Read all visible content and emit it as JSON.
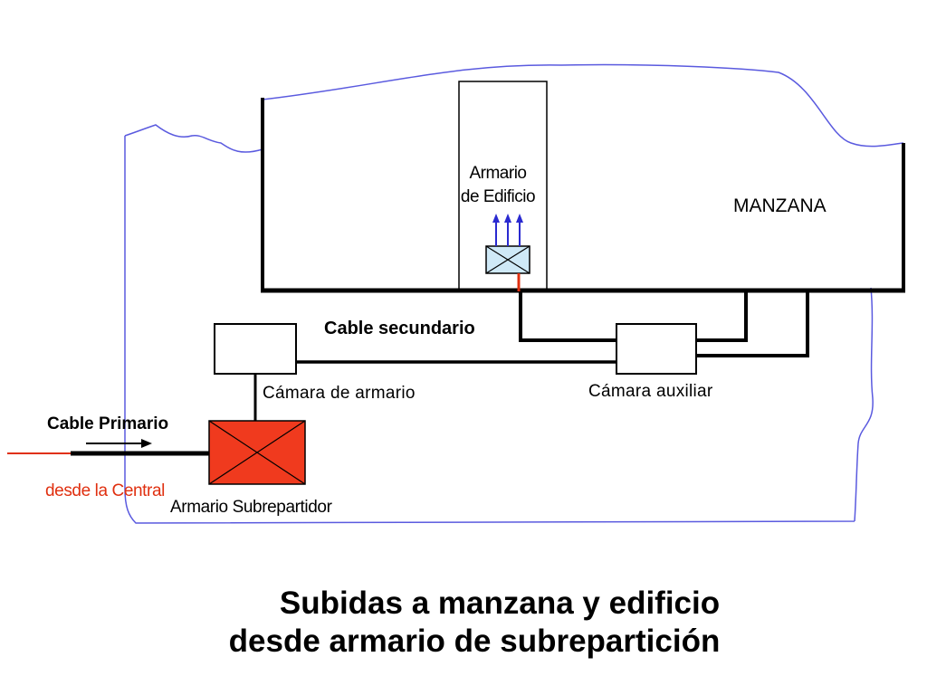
{
  "labels": {
    "armario_edificio_line1": "Armario",
    "armario_edificio_line2": "de Edificio",
    "manzana": "MANZANA",
    "cable_secundario": "Cable secundario",
    "camara_armario": "Cámara de armario",
    "camara_auxiliar": "Cámara auxiliar",
    "cable_primario": "Cable Primario",
    "desde_central": "desde la Central",
    "armario_subrepartidor": "Armario Subrepartidor"
  },
  "title": {
    "line1": "Subidas a manzana y edificio",
    "line2": "desde armario de subrepartición"
  },
  "colors": {
    "outline_blue": "#5a5adf",
    "cable_black": "#000000",
    "central_red": "#e03010",
    "subrepartidor_fill": "#f03a1e",
    "armario_box_fill": "#cfe9f7",
    "riser_arrows": "#2a2ad0"
  }
}
